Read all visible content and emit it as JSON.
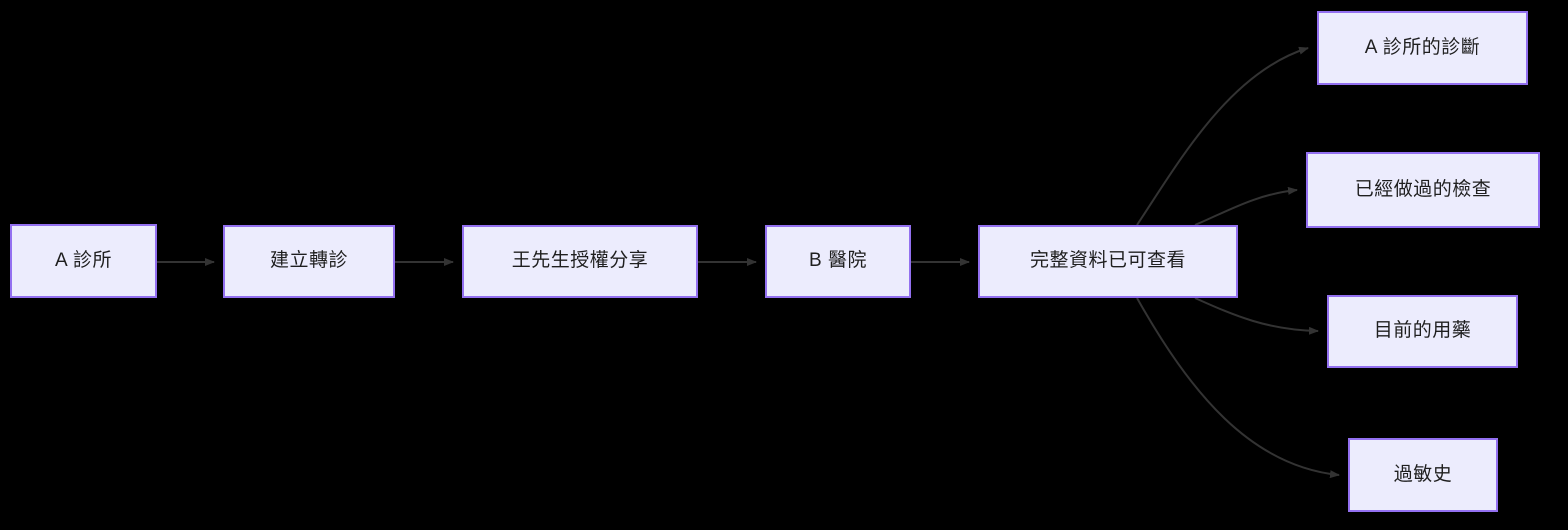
{
  "diagram": {
    "type": "flowchart",
    "direction": "left-to-right",
    "background_color": "#000000",
    "node_fill_color": "#ececfd",
    "node_border_color": "#9370f0",
    "node_text_color": "#1f1f1f",
    "edge_color": "#333333",
    "nodes": [
      {
        "id": "clinic-a",
        "label": "A 診所"
      },
      {
        "id": "create-referral",
        "label": "建立轉診"
      },
      {
        "id": "consent",
        "label": "王先生授權分享"
      },
      {
        "id": "hospital-b",
        "label": "B 醫院"
      },
      {
        "id": "full-record",
        "label": "完整資料已可查看"
      },
      {
        "id": "diagnosis",
        "label": "A 診所的診斷"
      },
      {
        "id": "exams",
        "label": "已經做過的檢查"
      },
      {
        "id": "medications",
        "label": "目前的用藥"
      },
      {
        "id": "allergies",
        "label": "過敏史"
      }
    ],
    "edges": [
      {
        "from": "clinic-a",
        "to": "create-referral",
        "style": "straight-arrow"
      },
      {
        "from": "create-referral",
        "to": "consent",
        "style": "straight-arrow"
      },
      {
        "from": "consent",
        "to": "hospital-b",
        "style": "straight-arrow"
      },
      {
        "from": "hospital-b",
        "to": "full-record",
        "style": "straight-arrow"
      },
      {
        "from": "full-record",
        "to": "diagnosis",
        "style": "curved-arrow"
      },
      {
        "from": "full-record",
        "to": "exams",
        "style": "curved-arrow"
      },
      {
        "from": "full-record",
        "to": "medications",
        "style": "curved-arrow"
      },
      {
        "from": "full-record",
        "to": "allergies",
        "style": "curved-arrow"
      }
    ]
  }
}
